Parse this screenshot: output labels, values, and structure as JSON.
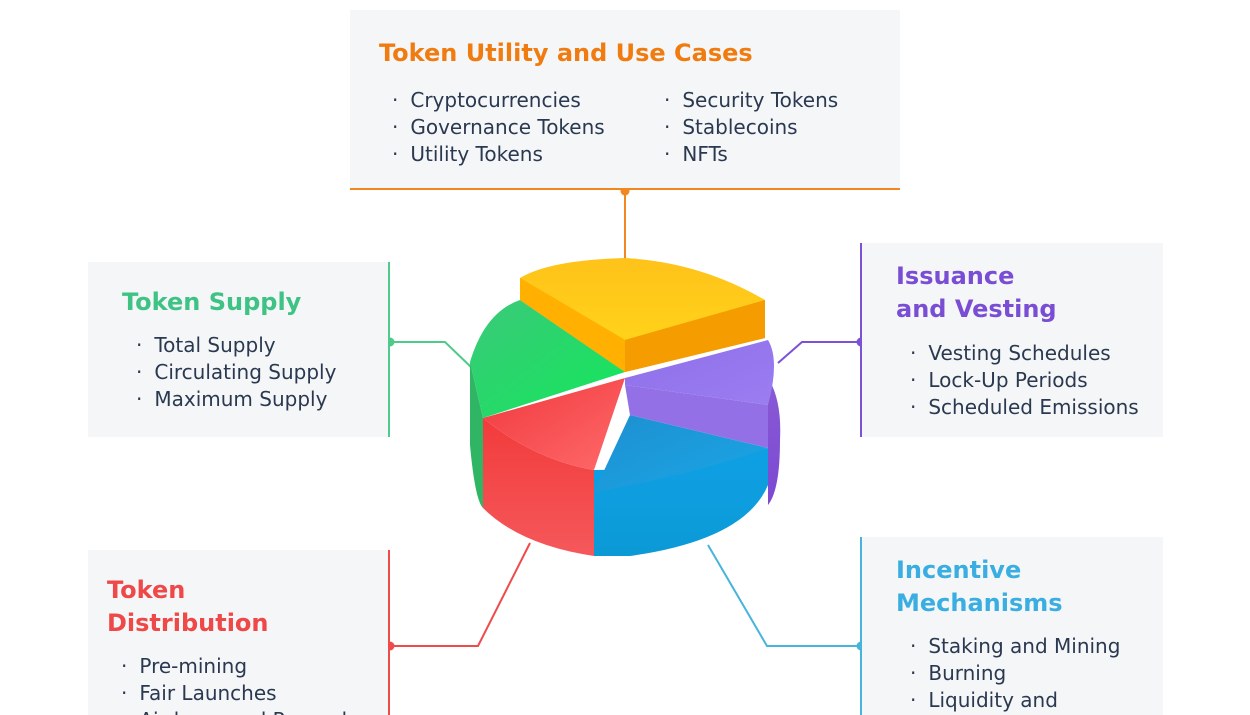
{
  "utility": {
    "title": "Token Utility and Use Cases",
    "col1": [
      "Cryptocurrencies",
      "Governance Tokens",
      "Utility Tokens"
    ],
    "col2": [
      "Security Tokens",
      "Stablecoins",
      "NFTs"
    ]
  },
  "supply": {
    "title": "Token Supply",
    "items": [
      "Total Supply",
      "Circulating Supply",
      "Maximum Supply"
    ]
  },
  "issuance": {
    "title_line1": "Issuance",
    "title_line2": "and Vesting",
    "items": [
      "Vesting Schedules",
      "Lock-Up Periods",
      "Scheduled Emissions"
    ]
  },
  "distribution": {
    "title_line1": "Token",
    "title_line2": "Distribution",
    "items": [
      "Pre-mining",
      "Fair Launches",
      "Airdrops and Rewards"
    ]
  },
  "incentive": {
    "title_line1": "Incentive",
    "title_line2": "Mechanisms",
    "items": [
      "Staking and Mining",
      "Burning",
      "Liquidity and"
    ]
  },
  "colors": {
    "utility": "#f07c10",
    "supply": "#3fc385",
    "issuance": "#7a4ed4",
    "distribution": "#ef4848",
    "incentive": "#3aaee0"
  }
}
